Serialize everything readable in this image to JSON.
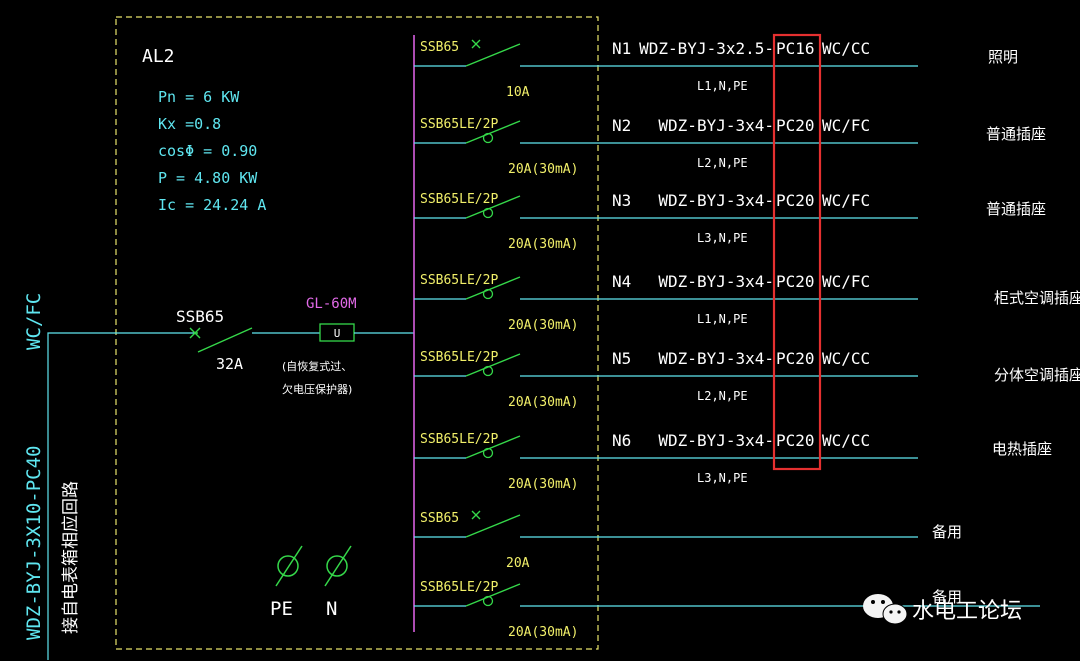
{
  "panel": {
    "name": "AL2",
    "params": [
      "Pn = 6 KW",
      "Kx =0.8",
      "cosΦ = 0.90",
      "P = 4.80 KW",
      "Ic = 24.24 A"
    ]
  },
  "incoming": {
    "wire_spec": "WDZ-BYJ-3X10-PC40",
    "laying": "WC/FC",
    "source_note": "接自电表箱相应回路",
    "breaker_model": "SSB65",
    "breaker_rating": "32A",
    "protector_model": "GL-60M",
    "protector_symbol": "U",
    "protector_note_1": "(自恢复式过、",
    "protector_note_2": "欠电压保护器)"
  },
  "terminals": {
    "pe": "PE",
    "n": "N"
  },
  "circuits": [
    {
      "breaker": "SSB65",
      "rating": "10A",
      "id": "N1",
      "cable": "WDZ-BYJ-3x2.5-",
      "pipe": "PC16",
      "laying": "WC/CC",
      "phase": "L1,N,PE",
      "load": "照明"
    },
    {
      "breaker": "SSB65LE/2P",
      "rating": "20A(30mA)",
      "id": "N2",
      "cable": "WDZ-BYJ-3x4-",
      "pipe": "PC20",
      "laying": "WC/FC",
      "phase": "L2,N,PE",
      "load": "普通插座"
    },
    {
      "breaker": "SSB65LE/2P",
      "rating": "20A(30mA)",
      "id": "N3",
      "cable": "WDZ-BYJ-3x4-",
      "pipe": "PC20",
      "laying": "WC/FC",
      "phase": "L3,N,PE",
      "load": "普通插座"
    },
    {
      "breaker": "SSB65LE/2P",
      "rating": "20A(30mA)",
      "id": "N4",
      "cable": "WDZ-BYJ-3x4-",
      "pipe": "PC20",
      "laying": "WC/FC",
      "phase": "L1,N,PE",
      "load": "柜式空调插座"
    },
    {
      "breaker": "SSB65LE/2P",
      "rating": "20A(30mA)",
      "id": "N5",
      "cable": "WDZ-BYJ-3x4-",
      "pipe": "PC20",
      "laying": "WC/CC",
      "phase": "L2,N,PE",
      "load": "分体空调插座"
    },
    {
      "breaker": "SSB65LE/2P",
      "rating": "20A(30mA)",
      "id": "N6",
      "cable": "WDZ-BYJ-3x4-",
      "pipe": "PC20",
      "laying": "WC/CC",
      "phase": "L3,N,PE",
      "load": "电热插座"
    },
    {
      "breaker": "SSB65",
      "rating": "20A",
      "id": "",
      "cable": "",
      "pipe": "",
      "laying": "",
      "phase": "",
      "load": "备用"
    },
    {
      "breaker": "SSB65LE/2P",
      "rating": "20A(30mA)",
      "id": "",
      "cable": "",
      "pipe": "",
      "laying": "",
      "phase": "",
      "load": "备用"
    }
  ],
  "watermark": "水电工论坛",
  "colors": {
    "wire": "#5fe6f0",
    "breaker": "#35d84a",
    "label": "#f2f06a",
    "bus": "#d860e0",
    "highlight": "#e53030"
  }
}
